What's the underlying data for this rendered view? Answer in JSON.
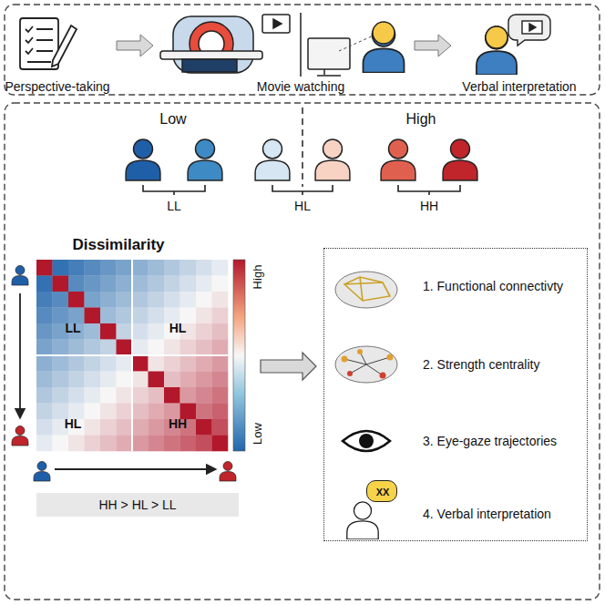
{
  "diagram": {
    "nodes": [
      {
        "text": [
          "Dissimilarity",
          "LL",
          "HL",
          "HL",
          "HH"
        ]
      },
      {
        "text": [
          "HH > HL > LL"
        ]
      },
      {
        "text": [
          "1. Functional connectivty",
          "2. Strength centrality",
          "3. Eye-gaze trajectories",
          "4. Verbal interpretation"
        ]
      },
      {
        "text": [
          "XX"
        ],
        "in": 2
      }
    ],
    "edges": [
      {
        "from": 0,
        "to": 2,
        "arrow": "to"
      }
    ],
    "labels": [
      "Perspective-taking",
      "Movie watching",
      "Verbal interpretation",
      "Low",
      "High",
      "LL",
      "HL",
      "HH",
      "High",
      "Low"
    ]
  }
}
